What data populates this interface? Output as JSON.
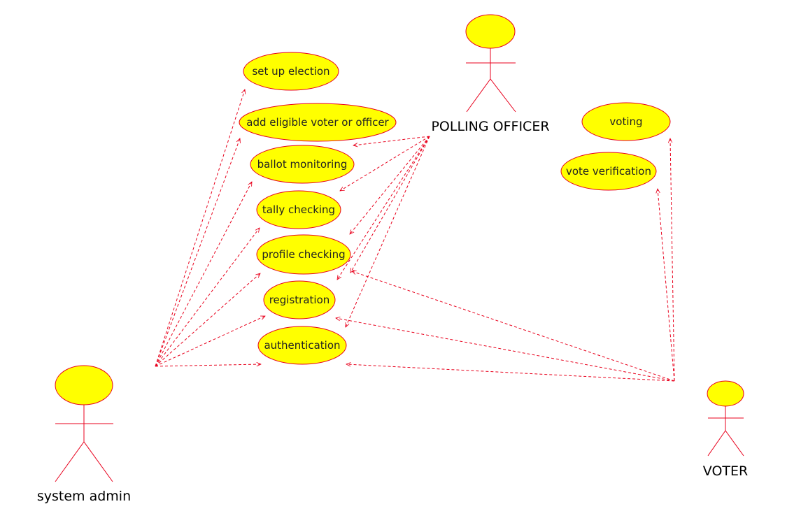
{
  "colors": {
    "fill": "#ffff00",
    "stroke": "#e8001c",
    "dependency": "#e8001c",
    "text": "#222222"
  },
  "actors": [
    {
      "id": "system-admin",
      "label": "system admin"
    },
    {
      "id": "polling-officer",
      "label": "POLLING OFFICER"
    },
    {
      "id": "voter",
      "label": "VOTER"
    }
  ],
  "use_cases": [
    {
      "id": "set-up-election",
      "label": "set up election"
    },
    {
      "id": "add-eligible-voter-or-officer",
      "label": "add eligible voter or officer"
    },
    {
      "id": "ballot-monitoring",
      "label": "ballot monitoring"
    },
    {
      "id": "tally-checking",
      "label": "tally checking"
    },
    {
      "id": "profile-checking",
      "label": "profile checking"
    },
    {
      "id": "registration",
      "label": "registration"
    },
    {
      "id": "authentication",
      "label": "authentication"
    },
    {
      "id": "voting",
      "label": "voting"
    },
    {
      "id": "vote-verification",
      "label": "vote verification"
    }
  ],
  "relations": [
    {
      "from": "system-admin",
      "to": "set-up-election"
    },
    {
      "from": "system-admin",
      "to": "add-eligible-voter-or-officer"
    },
    {
      "from": "system-admin",
      "to": "ballot-monitoring"
    },
    {
      "from": "system-admin",
      "to": "tally-checking"
    },
    {
      "from": "system-admin",
      "to": "profile-checking"
    },
    {
      "from": "system-admin",
      "to": "registration"
    },
    {
      "from": "system-admin",
      "to": "authentication"
    },
    {
      "from": "polling-officer",
      "to": "add-eligible-voter-or-officer"
    },
    {
      "from": "polling-officer",
      "to": "ballot-monitoring"
    },
    {
      "from": "polling-officer",
      "to": "tally-checking"
    },
    {
      "from": "polling-officer",
      "to": "profile-checking"
    },
    {
      "from": "polling-officer",
      "to": "registration"
    },
    {
      "from": "polling-officer",
      "to": "authentication"
    },
    {
      "from": "voter",
      "to": "voting"
    },
    {
      "from": "voter",
      "to": "vote-verification"
    },
    {
      "from": "voter",
      "to": "profile-checking"
    },
    {
      "from": "voter",
      "to": "registration"
    },
    {
      "from": "voter",
      "to": "authentication"
    }
  ]
}
